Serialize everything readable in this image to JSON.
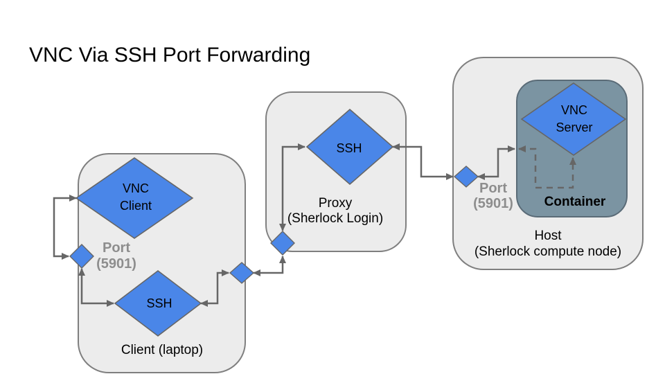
{
  "title": "VNC Via SSH Port Forwarding",
  "colors": {
    "diamond_fill": "#4a86e8",
    "diamond_stroke": "#666666",
    "group_box_fill": "#ececec",
    "group_box_stroke": "#7f7f7f",
    "container_fill": "#7b94a2",
    "container_stroke": "#5a6b77",
    "connector": "#666666",
    "port_label": "#8d8d8d",
    "text": "#000000",
    "background": "#ffffff"
  },
  "groups": {
    "client": {
      "label": "Client (laptop)"
    },
    "proxy": {
      "line1": "Proxy",
      "line2": "(Sherlock Login)"
    },
    "host": {
      "line1": "Host",
      "line2": "(Sherlock compute node)"
    },
    "container": {
      "label": "Container"
    }
  },
  "nodes": {
    "vnc_client": {
      "line1": "VNC",
      "line2": "Client"
    },
    "ssh_client": {
      "label": "SSH"
    },
    "ssh_proxy": {
      "label": "SSH"
    },
    "vnc_server": {
      "line1": "VNC",
      "line2": "Server"
    }
  },
  "ports": {
    "client": {
      "line1": "Port",
      "line2": "(5901)"
    },
    "host": {
      "line1": "Port",
      "line2": "(5901)"
    }
  }
}
